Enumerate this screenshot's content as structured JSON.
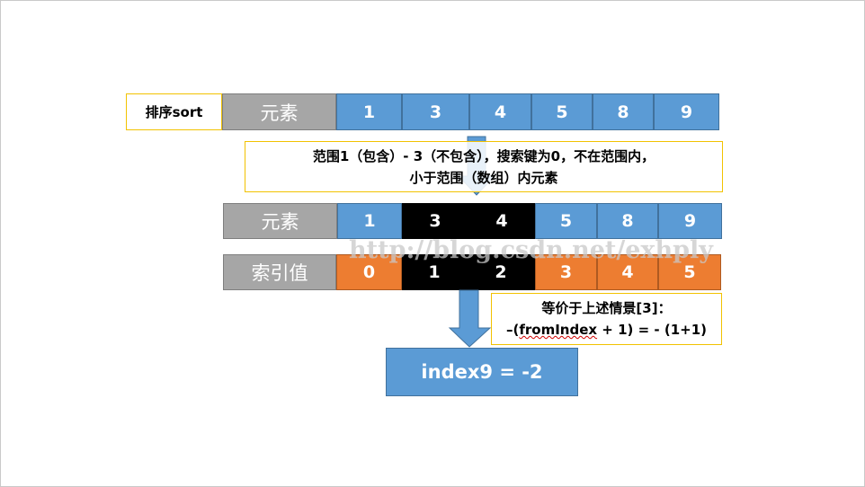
{
  "sort_label": "排序sort",
  "row1": {
    "header": "元素",
    "cells": [
      "1",
      "3",
      "4",
      "5",
      "8",
      "9"
    ]
  },
  "note1": {
    "line1": "范围1（包含）- 3（不包含），搜索键为0，不在范围内，",
    "line2": "小于范围（数组）内元素"
  },
  "row2": {
    "header": "元素",
    "cells": [
      "1",
      "3",
      "4",
      "5",
      "8",
      "9"
    ]
  },
  "row3": {
    "header": "索引值",
    "cells": [
      "0",
      "1",
      "2",
      "3",
      "4",
      "5"
    ]
  },
  "note2": {
    "line1": "等价于上述情景[3]：",
    "prefix": "–(",
    "word": "fromIndex",
    "suffix": " + 1) = - (1+1)"
  },
  "result": "index9 = -2",
  "watermark": "http://blog.csdn.net/exhply",
  "colors": {
    "blue": "#5b9bd5",
    "gray": "#a6a6a6",
    "black": "#000000",
    "orange": "#ed7d31",
    "note_border": "#f2c200"
  }
}
